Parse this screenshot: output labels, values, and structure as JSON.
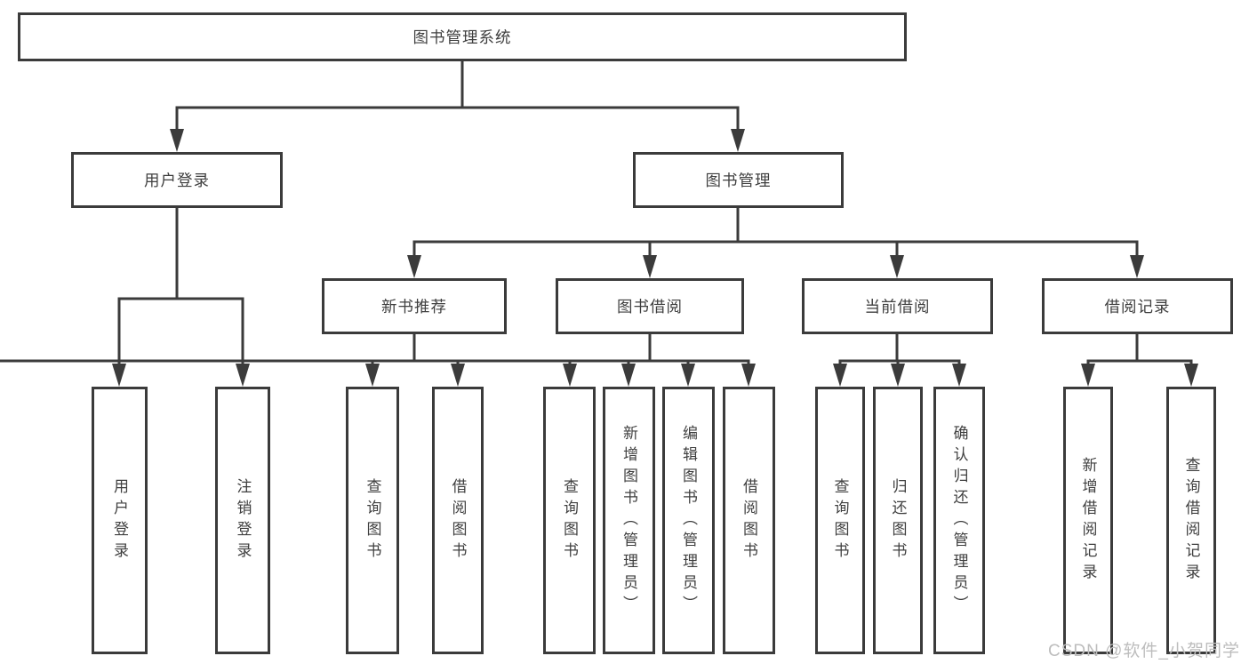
{
  "diagram": {
    "type": "tree",
    "title": "图书管理系统",
    "nodes": {
      "root": "图书管理系统",
      "user_login": "用户登录",
      "book_management": "图书管理",
      "new_book_recommendation": "新书推荐",
      "book_borrowing": "图书借阅",
      "current_borrowing": "当前借阅",
      "borrowing_records": "借阅记录",
      "leaf_user_login": "用户登录",
      "leaf_logout": "注销登录",
      "nb_query_books": "查询图书",
      "nb_borrow_books": "借阅图书",
      "bb_query_books": "查询图书",
      "bb_add_books_admin": "新增图书（管理员）",
      "bb_edit_books_admin": "编辑图书（管理员）",
      "bb_borrow_books": "借阅图书",
      "cb_query_books": "查询图书",
      "cb_return_books": "归还图书",
      "cb_confirm_return_admin": "确认归还（管理员）",
      "br_add_record": "新增借阅记录",
      "br_query_record": "查询借阅记录"
    },
    "hierarchy": {
      "图书管理系统": {
        "用户登录": [
          "用户登录",
          "注销登录"
        ],
        "图书管理": {
          "新书推荐": [
            "查询图书",
            "借阅图书"
          ],
          "图书借阅": [
            "查询图书",
            "新增图书（管理员）",
            "编辑图书（管理员）",
            "借阅图书"
          ],
          "当前借阅": [
            "查询图书",
            "归还图书",
            "确认归还（管理员）"
          ],
          "借阅记录": [
            "新增借阅记录",
            "查询借阅记录"
          ]
        }
      }
    },
    "colors": {
      "box_border": "#3b3b3b",
      "box_background": "#ffffff",
      "text": "#3f3f3f",
      "connector": "#3b3b3b",
      "watermark": "#bdbdbd"
    }
  },
  "watermark": "CSDN @软件_小贺同学"
}
